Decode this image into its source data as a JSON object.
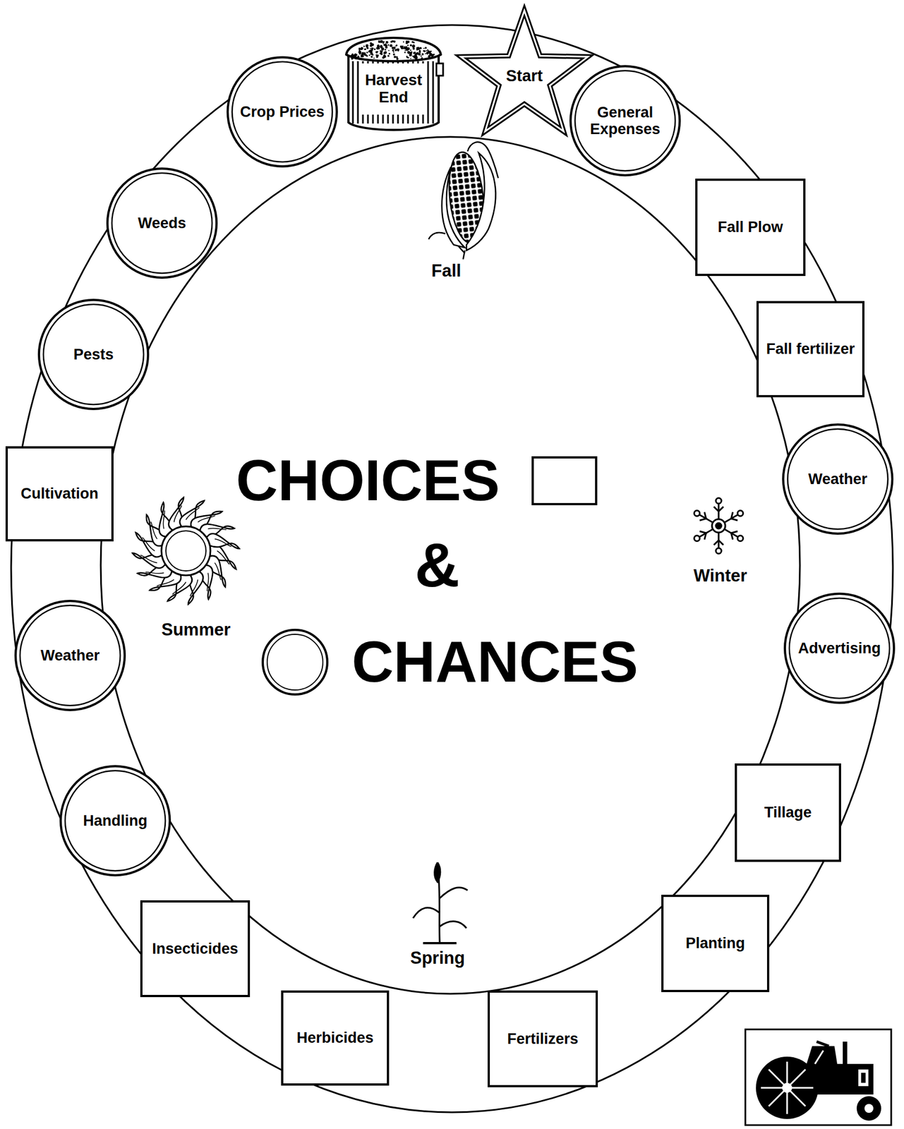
{
  "diagram": {
    "nodes": [
      {
        "text": [
          "Start"
        ]
      },
      {
        "text": [
          "General Expenses"
        ]
      },
      {
        "text": [
          "Fall Plow"
        ]
      },
      {
        "text": [
          "Fall fertilizer"
        ]
      },
      {
        "text": [
          "Weather"
        ]
      },
      {
        "text": [
          "Advertising"
        ]
      },
      {
        "text": [
          "Tillage"
        ]
      },
      {
        "text": [
          "Planting"
        ]
      },
      {
        "text": [
          "Fertilizers"
        ]
      },
      {
        "text": [
          "Herbicides"
        ]
      },
      {
        "text": [
          "Insecticides"
        ]
      },
      {
        "text": [
          "Handling"
        ]
      },
      {
        "text": [
          "Weather"
        ]
      },
      {
        "text": [
          "Cultivation"
        ]
      },
      {
        "text": [
          "Pests"
        ]
      },
      {
        "text": [
          "Weeds"
        ]
      },
      {
        "text": [
          "Crop Prices"
        ]
      },
      {
        "text": [
          "Harvest End"
        ]
      }
    ],
    "labels": [
      "Fall",
      "Winter",
      "Summer",
      "Spring",
      "&"
    ],
    "legend": [
      {
        "text": "CHOICES"
      },
      {
        "text": "CHANCES"
      }
    ]
  }
}
